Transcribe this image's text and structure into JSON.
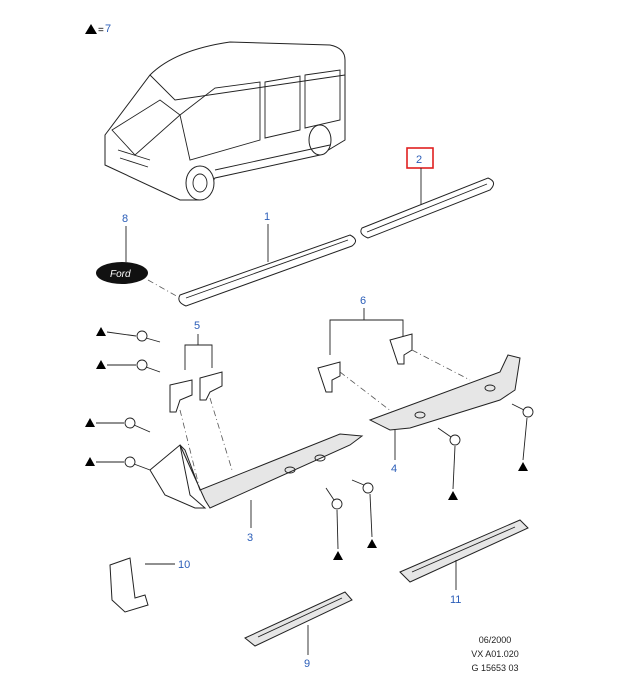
{
  "legend": {
    "symbol": "▲",
    "equals": "=",
    "ref": "7"
  },
  "callouts": [
    "1",
    "2",
    "3",
    "4",
    "5",
    "6",
    "7",
    "8",
    "9",
    "10",
    "11"
  ],
  "emblem_text": "Ford",
  "highlighted_callout": "2",
  "highlight_color": "#e02020",
  "callout_color": "#2a5db8",
  "footer": {
    "date": "06/2000",
    "code": "VX A01.020",
    "ref": "G 15653 03"
  }
}
